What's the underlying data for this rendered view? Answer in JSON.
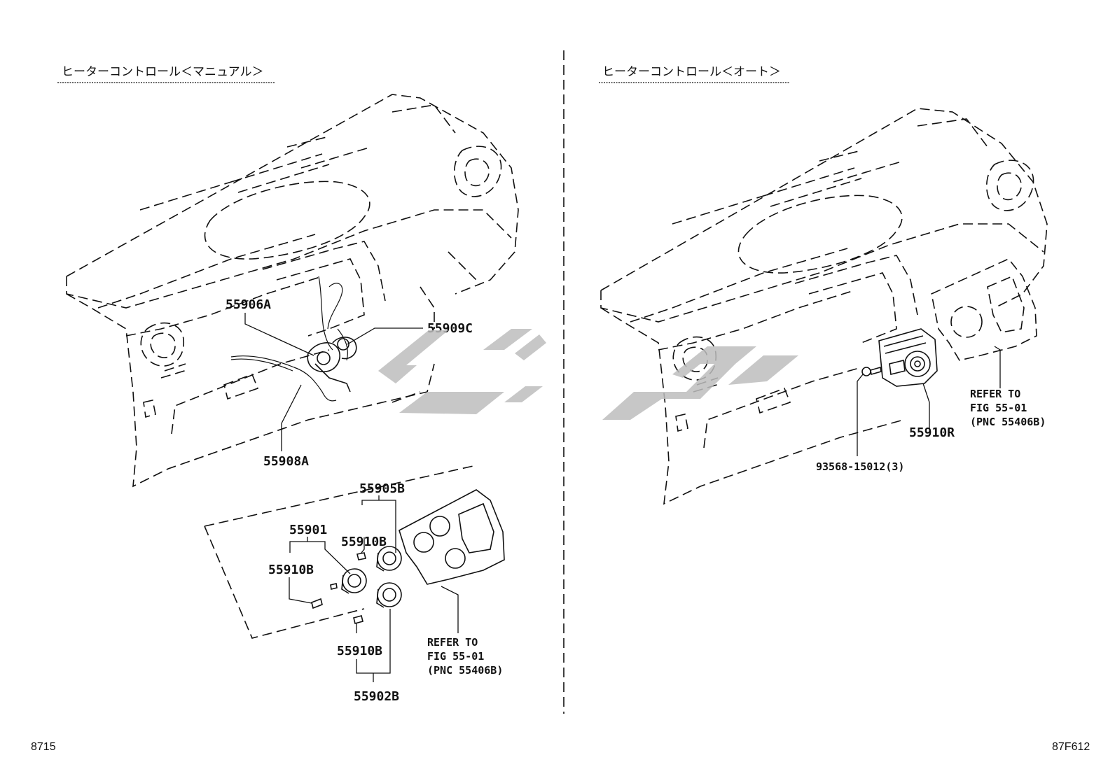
{
  "sections": {
    "left": {
      "title": "ヒーターコントロール＜マニュアル＞"
    },
    "right": {
      "title": "ヒーターコントロール＜オート＞"
    }
  },
  "callouts": {
    "left": {
      "c55906A": "55906A",
      "c55909C": "55909C",
      "c55908A": "55908A",
      "c55905B": "55905B",
      "c55901": "55901",
      "c55910B_top": "55910B",
      "c55910B_left": "55910B",
      "c55910B_bottom": "55910B",
      "c55902B": "55902B",
      "refer_line1": "REFER TO",
      "refer_line2": "FIG 55-01",
      "refer_line3": "(PNC 55406B)"
    },
    "right": {
      "c55910R": "55910R",
      "c93568": "93568-15012(3)",
      "refer_line1": "REFER TO",
      "refer_line2": "FIG 55-01",
      "refer_line3": "(PNC 55406B)"
    }
  },
  "footer": {
    "left_code": "8715",
    "right_code": "87F612"
  }
}
